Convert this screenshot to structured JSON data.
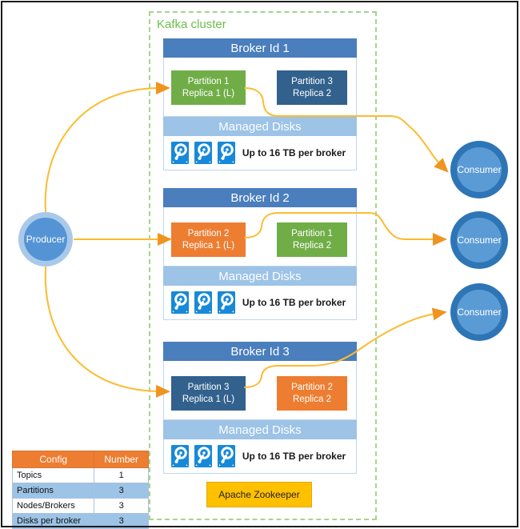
{
  "cluster": {
    "label": "Kafka cluster"
  },
  "brokers": [
    {
      "title": "Broker Id 1",
      "leader": {
        "line1": "Partition 1",
        "line2": "Replica 1 (L)",
        "color": "#70AD47"
      },
      "replica": {
        "line1": "Partition 3",
        "line2": "Replica 2",
        "color": "#31618C"
      },
      "disks_label": "Managed Disks",
      "capacity": "Up to 16 TB per broker"
    },
    {
      "title": "Broker Id 2",
      "leader": {
        "line1": "Partition 2",
        "line2": "Replica 1 (L)",
        "color": "#ED7D31"
      },
      "replica": {
        "line1": "Partition 1",
        "line2": "Replica 2",
        "color": "#70AD47"
      },
      "disks_label": "Managed Disks",
      "capacity": "Up to 16 TB per broker"
    },
    {
      "title": "Broker Id 3",
      "leader": {
        "line1": "Partition 3",
        "line2": "Replica 1 (L)",
        "color": "#31618C"
      },
      "replica": {
        "line1": "Partition 2",
        "line2": "Replica 2",
        "color": "#ED7D31"
      },
      "disks_label": "Managed Disks",
      "capacity": "Up to 16 TB per broker"
    }
  ],
  "zookeeper": {
    "label": "Apache Zookeeper"
  },
  "producer": {
    "label": "Producer"
  },
  "consumers": [
    {
      "label": "Consumer"
    },
    {
      "label": "Consumer"
    },
    {
      "label": "Consumer"
    }
  ],
  "config_table": {
    "headers": [
      "Config",
      "Number"
    ],
    "rows": [
      [
        "Topics",
        "1"
      ],
      [
        "Partitions",
        "3"
      ],
      [
        "Nodes/Brokers",
        "3"
      ],
      [
        "Disks per broker",
        "3"
      ]
    ]
  },
  "colors": {
    "broker_header": "#4A7EBC",
    "managed_disks_bar": "#9DC3E6",
    "partition_green": "#70AD47",
    "partition_orange": "#ED7D31",
    "partition_dark_blue": "#31618C",
    "zookeeper_yellow": "#FFC000",
    "producer_outer": "#A9C9EA",
    "producer_inner": "#5494D4",
    "consumer_outer": "#2E75B6",
    "consumer_inner": "#5B9BD5",
    "cluster_green": "#6CBF4A",
    "arrow_line": "#FCBB2F",
    "arrow_head": "#F0941F",
    "table_header": "#ED7D31",
    "table_band": "#9DC3E6",
    "disk_icon_blue": "#1789D8"
  }
}
